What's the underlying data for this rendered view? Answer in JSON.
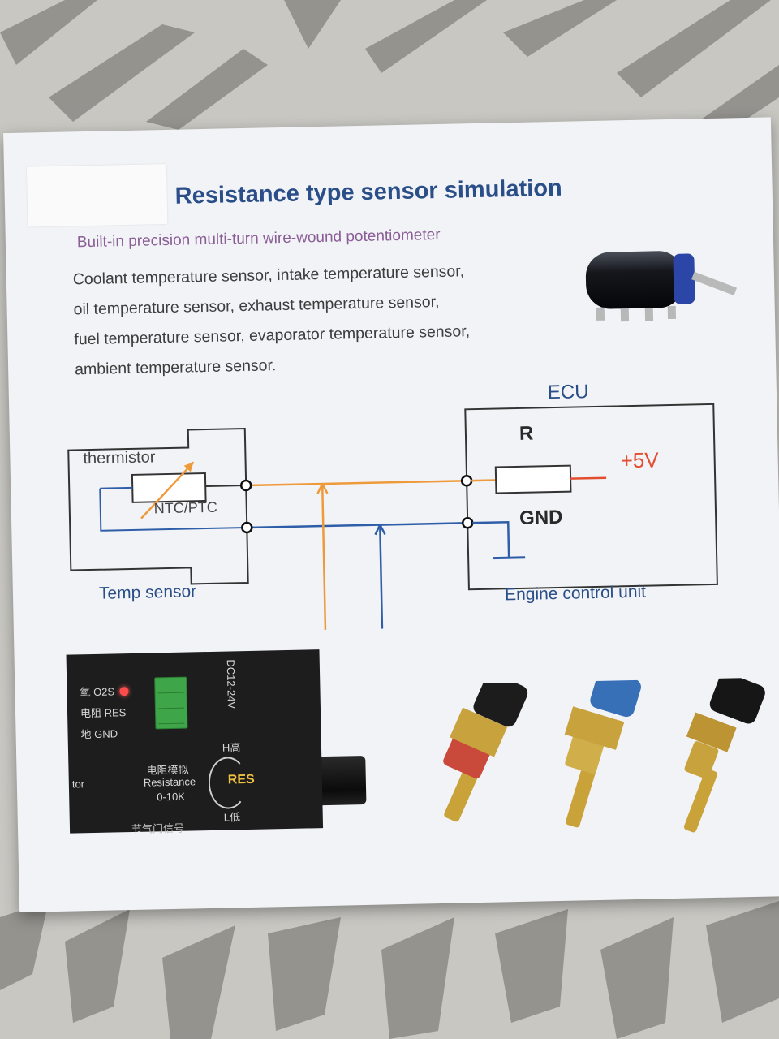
{
  "title": "Resistance type sensor simulation",
  "subtitle": "Built-in precision multi-turn wire-wound potentiometer",
  "description_lines": [
    "Coolant temperature sensor, intake temperature sensor,",
    "oil temperature sensor, exhaust temperature sensor,",
    "fuel temperature sensor, evaporator temperature sensor,",
    "ambient temperature sensor."
  ],
  "diagram": {
    "ecu_label": "ECU",
    "resistor_label": "R",
    "supply_label": "+5V",
    "ground_label": "GND",
    "thermistor_label": "thermistor",
    "ntc_ptc_label": "NTC/PTC",
    "temp_sensor_label": "Temp sensor",
    "engine_control_unit_label": "Engine control unit"
  },
  "module": {
    "o2s_label": "氧 O2S",
    "res_label": "电阻 RES",
    "gnd_label": "地 GND",
    "voltage_label": "DC12-24V",
    "high_label": "H高",
    "resistance_cn": "电阻模拟",
    "resistance_en": "Resistance",
    "range_label": "0-10K",
    "knob_label": "RES",
    "low_label": "L低",
    "cut_label": "节气门信号",
    "edge_label": "tor"
  },
  "colors": {
    "title": "#2a4e88",
    "subtitle": "#8a5d96",
    "signal_wire": "#ef9a3a",
    "ground_wire": "#2f5ea8",
    "supply": "#e34d30",
    "module_bg": "#1d1d1d"
  },
  "icons": [
    "potentiometer-photo",
    "temperature-sensor-photo",
    "led-indicator",
    "terminal-block-icon"
  ]
}
